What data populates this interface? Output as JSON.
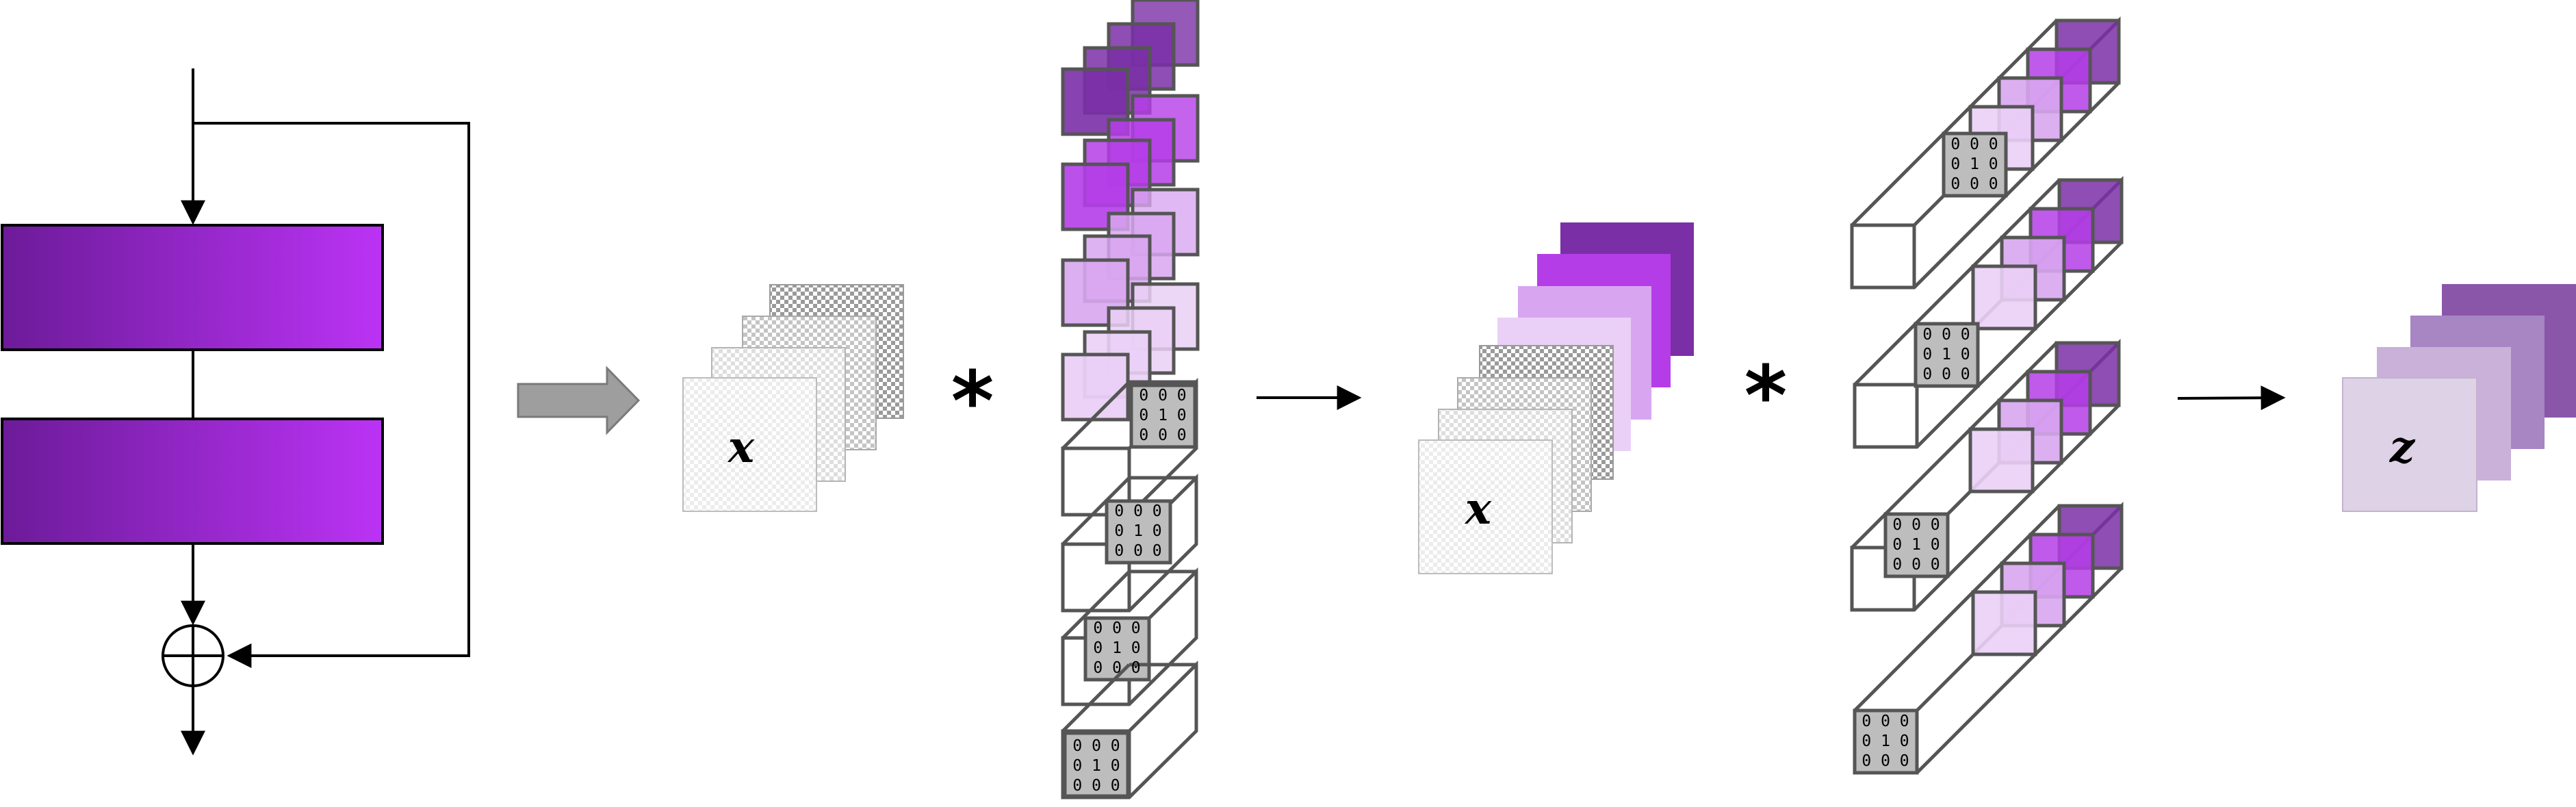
{
  "labels": {
    "input_var": "x",
    "output_var": "z",
    "conv_op_1": "*",
    "conv_op_2": "*",
    "matrix_row_1": "0 0 0",
    "matrix_row_2": "0 1 0",
    "matrix_row_3": "0 0 0"
  },
  "colors": {
    "block_dark": "#6c1b99",
    "block_light": "#bb33f5",
    "purple_dark": "#7a2fa6",
    "purple_mid": "#b53de8",
    "purple_light": "#d8a6f0",
    "purple_pale": "#ead0f6",
    "identity_kernel": "#bdbdbd",
    "muted_1": "#8a56a9",
    "muted_2": "#a885c3",
    "muted_3": "#c9b1d9",
    "muted_4": "#ded2e6"
  }
}
